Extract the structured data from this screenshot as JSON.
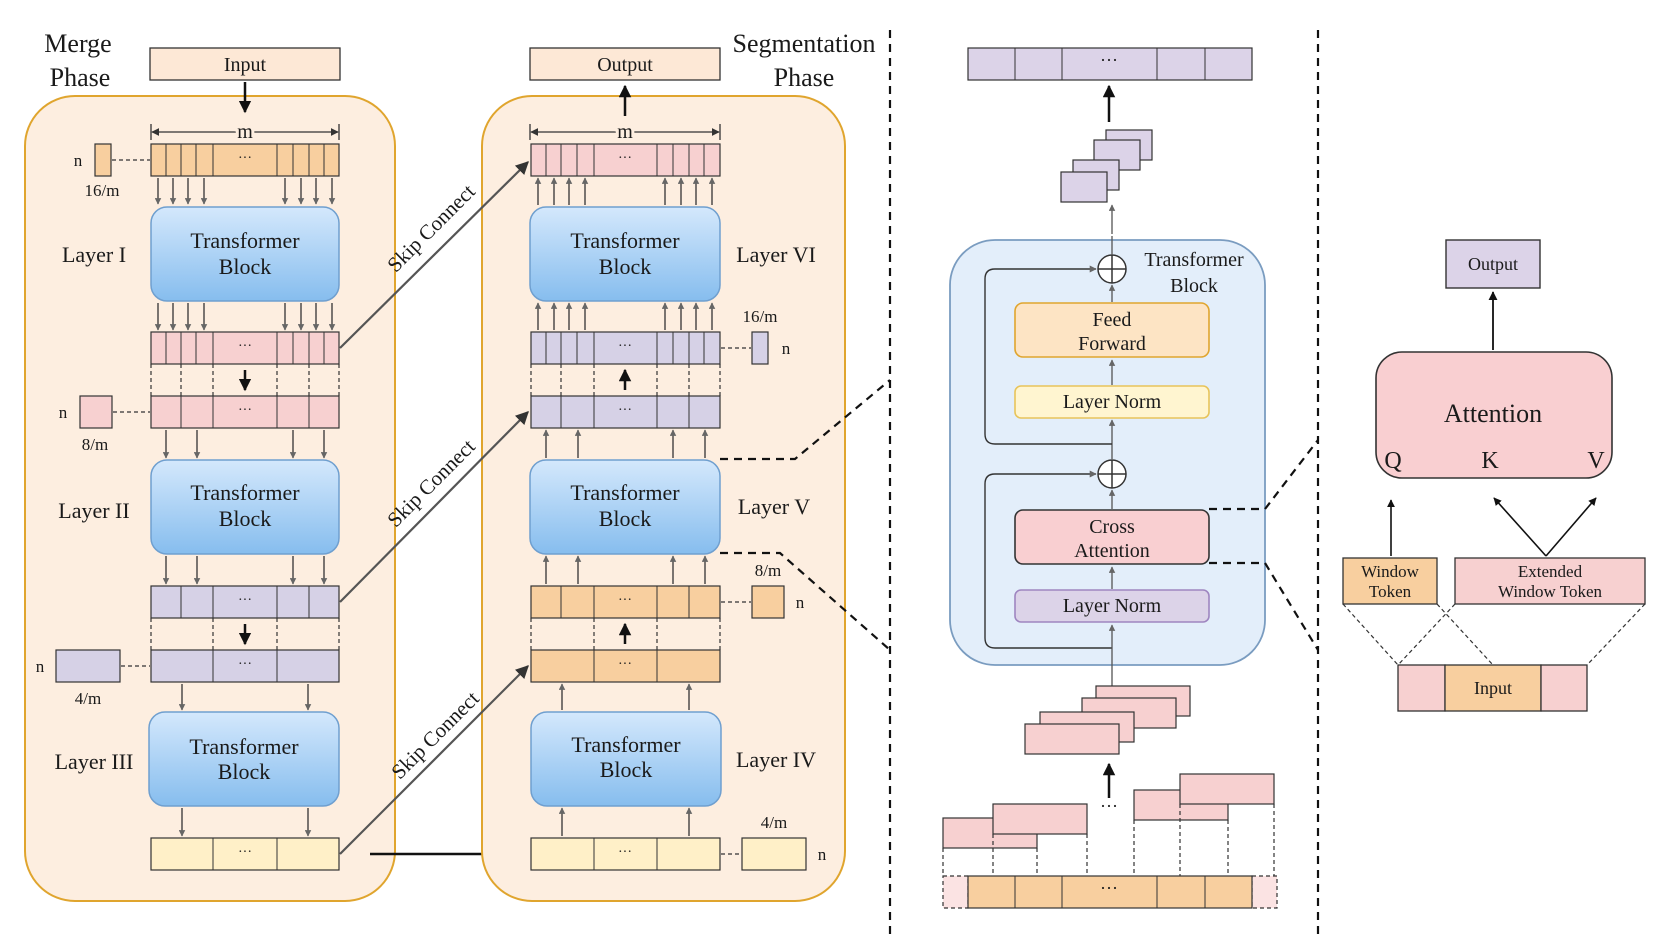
{
  "merge": {
    "title_line1": "Merge",
    "title_line2": "Phase",
    "input_label": "Input",
    "m_label": "m",
    "layers": [
      {
        "name": "Layer I",
        "block_line1": "Transformer",
        "block_line2": "Block"
      },
      {
        "name": "Layer II",
        "block_line1": "Transformer",
        "block_line2": "Block"
      },
      {
        "name": "Layer III",
        "block_line1": "Transformer",
        "block_line2": "Block"
      }
    ],
    "ratios": [
      "16/m",
      "8/m",
      "4/m"
    ],
    "n_label": "n",
    "ellipsis": "···"
  },
  "seg": {
    "title_line1": "Segmentation",
    "title_line2": "Phase",
    "output_label": "Output",
    "m_label": "m",
    "layers": [
      {
        "name": "Layer IV",
        "block_line1": "Transformer",
        "block_line2": "Block"
      },
      {
        "name": "Layer V",
        "block_line1": "Transformer",
        "block_line2": "Block"
      },
      {
        "name": "Layer VI",
        "block_line1": "Transformer",
        "block_line2": "Block"
      }
    ],
    "ratios": [
      "4/m",
      "8/m",
      "16/m"
    ],
    "n_label": "n",
    "skip_label": "Skip Connect"
  },
  "block_detail": {
    "title_line1": "Transformer",
    "title_line2": "Block",
    "feed_forward_line1": "Feed",
    "feed_forward_line2": "Forward",
    "layer_norm_top": "Layer Norm",
    "cross_attention_line1": "Cross",
    "cross_attention_line2": "Attention",
    "layer_norm_bottom": "Layer Norm",
    "plus_symbol": "+",
    "ellipsis": "···"
  },
  "attention_detail": {
    "output_label": "Output",
    "attention_label": "Attention",
    "q": "Q",
    "k": "K",
    "v": "V",
    "window_token_line1": "Window",
    "window_token_line2": "Token",
    "extended_line1": "Extended",
    "extended_line2": "Window Token",
    "input_label": "Input"
  },
  "colors": {
    "phase_bg": "#fdeee0",
    "phase_border": "#e0a52e",
    "block_blue_top": "#cfe5fb",
    "block_blue_bottom": "#8cc0ee",
    "block_border": "#6f9fcf",
    "orange": "#f8cf9f",
    "pink": "#f7d0d0",
    "lavender": "#dcd3e8",
    "yellow": "#fff0c8",
    "inner_bg": "#e3eefa",
    "inner_border": "#7a9cc0",
    "attention_pink": "#f9cfd1",
    "input_peach": "#fde8d6"
  }
}
